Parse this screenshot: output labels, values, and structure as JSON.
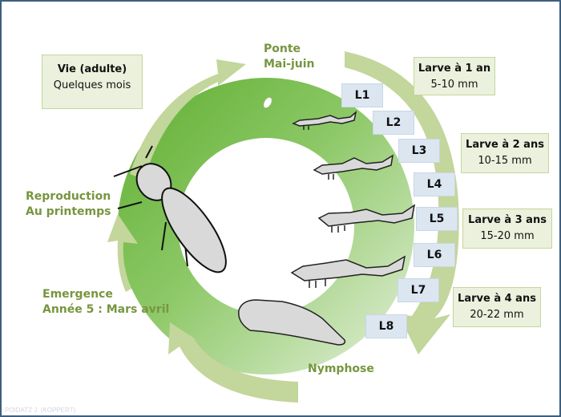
{
  "stages": {
    "ponte": [
      "Ponte",
      "Mai-juin"
    ],
    "reproduction": [
      "Reproduction",
      "Au printemps"
    ],
    "emergence": [
      "Emergence",
      "Année 5 : Mars avril"
    ],
    "nymphose": "Nymphose"
  },
  "adult_box": {
    "title": "Vie (adulte)",
    "detail": "Quelques mois"
  },
  "larva_boxes": [
    {
      "title": "Larve à 1 an",
      "size": "5-10 mm"
    },
    {
      "title": "Larve à 2 ans",
      "size": "10-15 mm"
    },
    {
      "title": "Larve à 3 ans",
      "size": "15-20 mm"
    },
    {
      "title": "Larve à 4 ans",
      "size": "20-22 mm"
    }
  ],
  "instars": [
    "L1",
    "L2",
    "L3",
    "L4",
    "L5",
    "L6",
    "L7",
    "L8"
  ],
  "credit": "POIDATZ J. (KOPPERT)",
  "colors": {
    "ring_dark": "#6db33f",
    "ring_light": "#d6e7c6",
    "arrow": "#c3d69b",
    "label_green": "#77963f",
    "box_fill": "#ebf1dd",
    "instar_fill": "#dce6f1",
    "frame": "#3d5f7f"
  }
}
